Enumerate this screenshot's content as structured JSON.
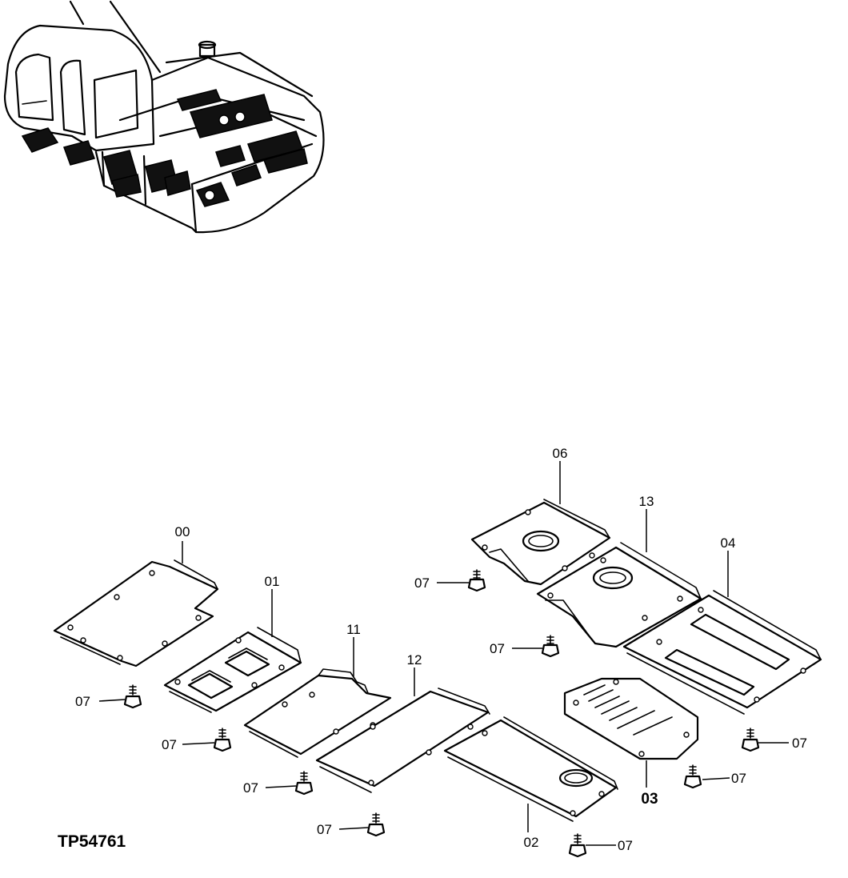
{
  "drawing": {
    "code": "TP54761",
    "labels": {
      "p00": "00",
      "p01": "01",
      "p02": "02",
      "p03": "03",
      "p04": "04",
      "p06": "06",
      "p07": "07",
      "p11": "11",
      "p12": "12",
      "p13": "13"
    }
  }
}
